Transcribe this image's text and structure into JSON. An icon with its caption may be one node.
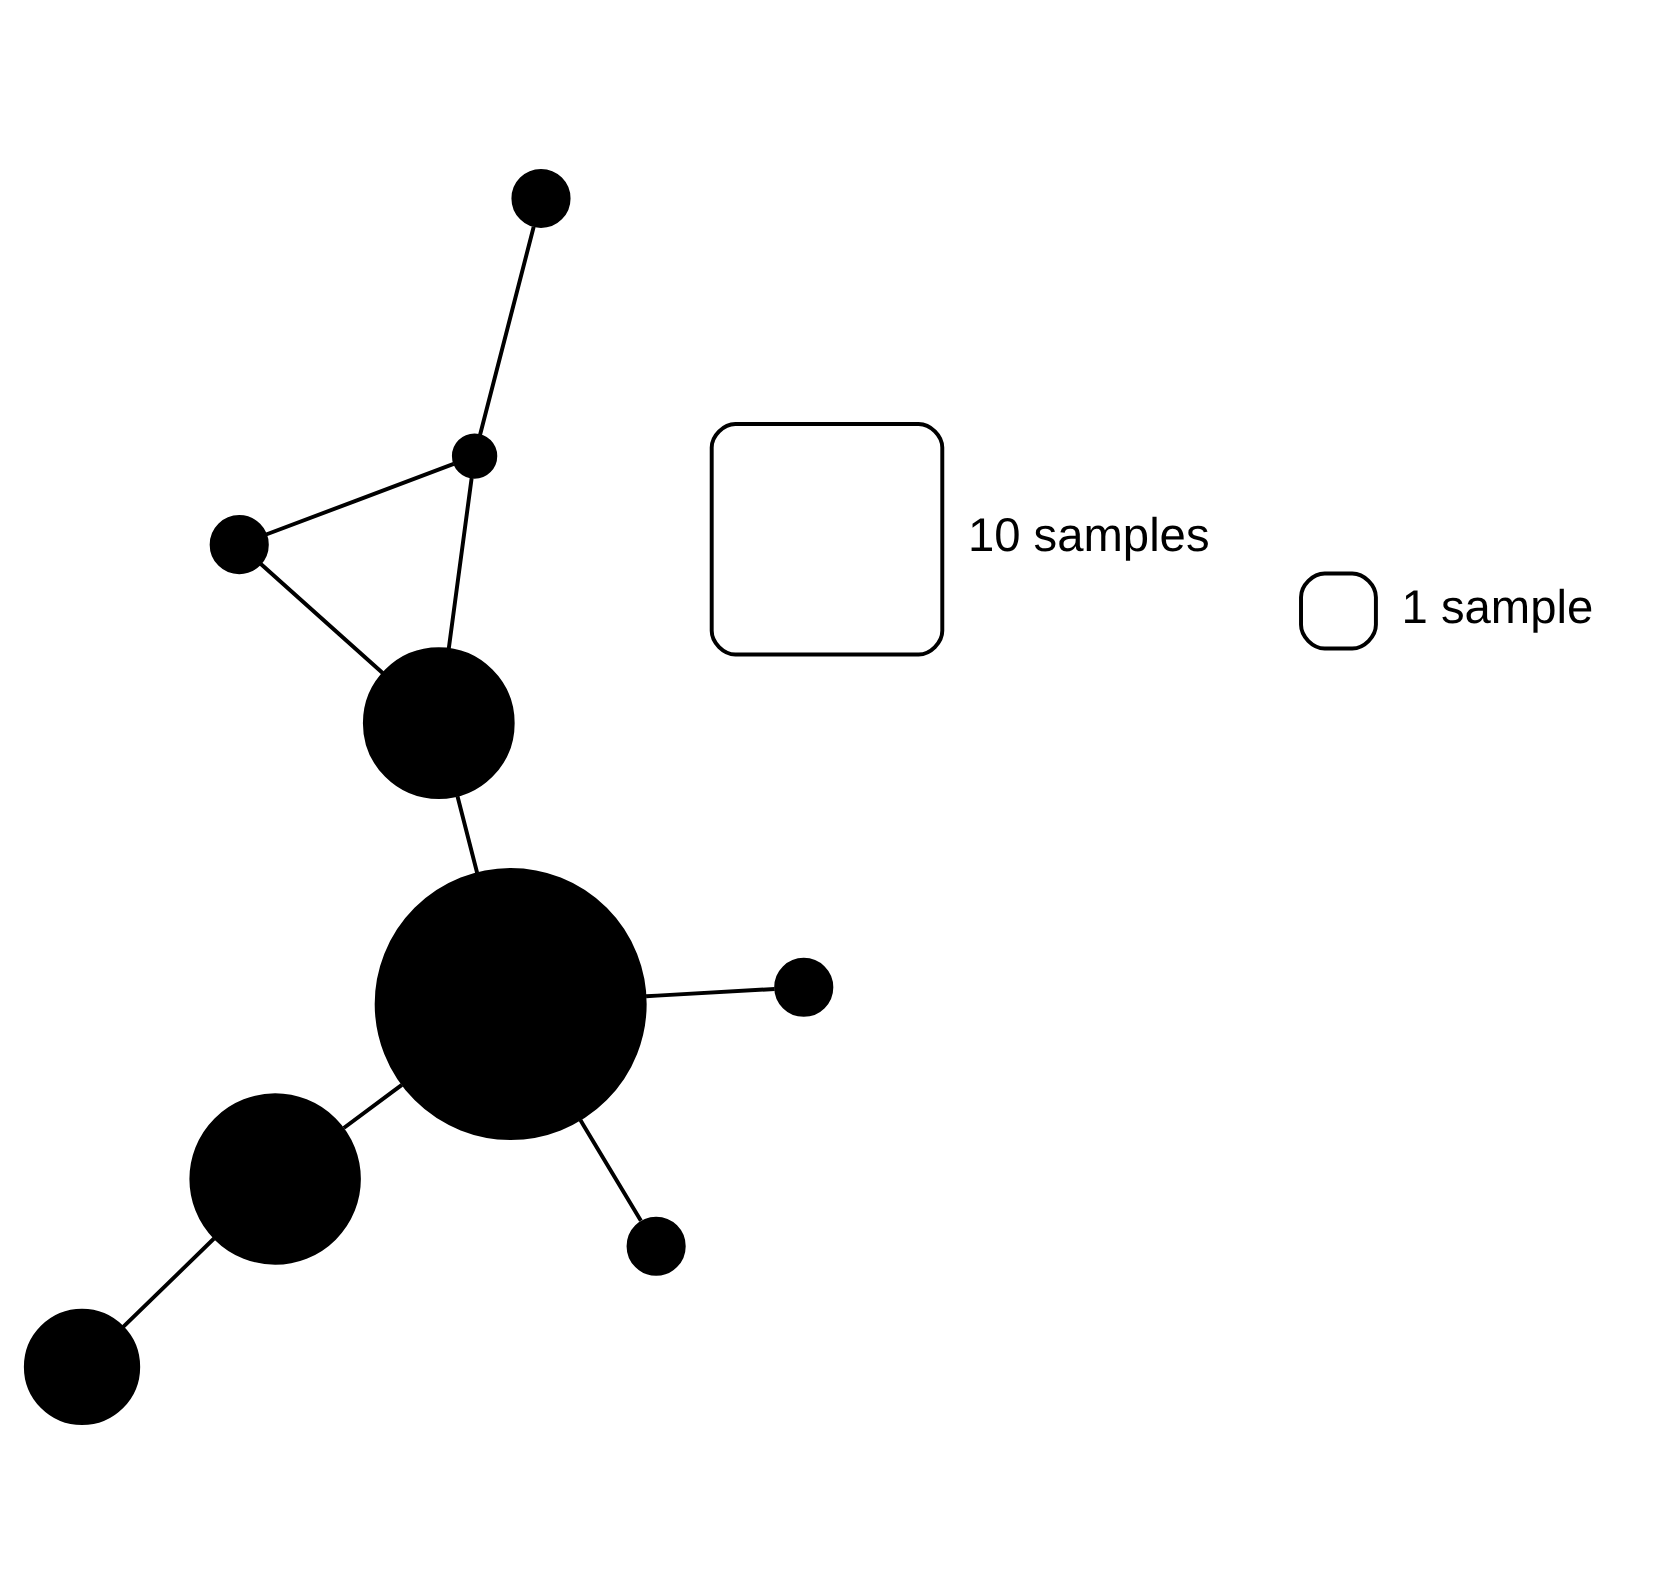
{
  "diagram": {
    "nodes": [
      {
        "text": [],
        "shape": "circle"
      },
      {
        "text": [],
        "shape": "circle"
      },
      {
        "text": [],
        "shape": "circle"
      },
      {
        "text": [],
        "shape": "circle"
      },
      {
        "text": [],
        "shape": "circle"
      },
      {
        "text": [],
        "shape": "circle"
      },
      {
        "text": [],
        "shape": "circle"
      },
      {
        "text": [],
        "shape": "circle"
      },
      {
        "text": [],
        "shape": "circle"
      }
    ],
    "edges": [
      {
        "from": 1,
        "to": 0,
        "arrow": "none"
      },
      {
        "from": 1,
        "to": 3,
        "arrow": "none"
      },
      {
        "from": 1,
        "to": 4,
        "arrow": "none"
      },
      {
        "from": 3,
        "to": 4,
        "arrow": "none"
      },
      {
        "from": 4,
        "to": 6,
        "arrow": "none"
      },
      {
        "from": 6,
        "to": 5,
        "arrow": "none"
      },
      {
        "from": 5,
        "to": 2,
        "arrow": "none"
      },
      {
        "from": 6,
        "to": 7,
        "arrow": "none"
      },
      {
        "from": 6,
        "to": 8,
        "arrow": "none"
      }
    ],
    "legend": [
      {
        "text": "10 samples"
      },
      {
        "text": "1 sample"
      }
    ]
  }
}
